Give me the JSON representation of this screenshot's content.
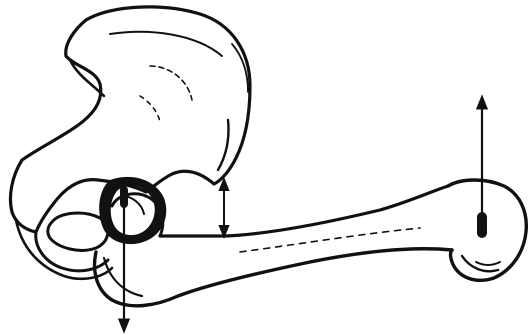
{
  "figure": {
    "subject": "hip-bone-and-femur-lever-sketch",
    "style": "black ink line drawing",
    "colors": {
      "background": "#ffffff",
      "ink": "#111111"
    },
    "arrows": [
      {
        "name": "body-weight-force",
        "direction": "down"
      },
      {
        "name": "abductor-muscle-force",
        "direction": "up"
      },
      {
        "name": "ground-reaction-force",
        "direction": "up"
      }
    ]
  }
}
